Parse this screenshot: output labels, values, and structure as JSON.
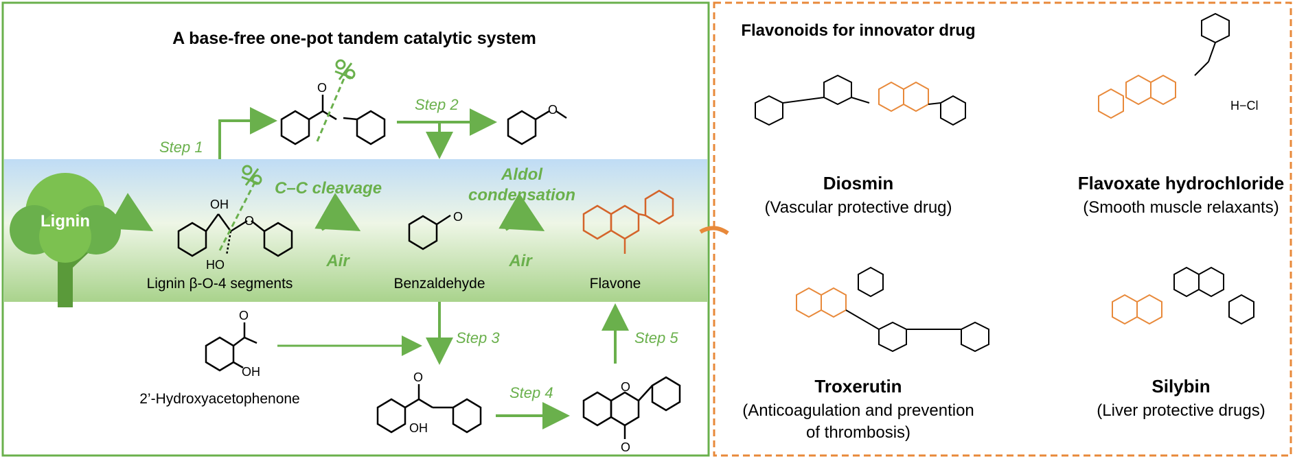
{
  "left_panel": {
    "title": "A base-free one-pot tandem catalytic system",
    "tree_label": "Lignin",
    "steps": {
      "step1": "Step 1",
      "step2": "Step 2",
      "step3": "Step 3",
      "step4": "Step 4",
      "step5": "Step 5"
    },
    "reaction_labels": {
      "cleavage": "C–C cleavage",
      "aldol_line1": "Aldol",
      "aldol_line2": "condensation",
      "air_1": "Air",
      "air_2": "Air"
    },
    "compound_labels": {
      "segments": "Lignin β-O-4 segments",
      "benzaldehyde": "Benzaldehyde",
      "flavone": "Flavone",
      "hydroxyacetophenone": "2’-Hydroxyacetophenone"
    },
    "atom_labels": {
      "oh": "OH",
      "ho": "HO",
      "o": "O"
    }
  },
  "right_panel": {
    "title": "Flavonoids for innovator drug",
    "hcl": "H−Cl",
    "drugs": [
      {
        "name": "Diosmin",
        "desc_line1": "(Vascular protective drug)",
        "desc_line2": ""
      },
      {
        "name": "Flavoxate hydrochloride",
        "desc_line1": "(Smooth muscle relaxants)",
        "desc_line2": ""
      },
      {
        "name": "Troxerutin",
        "desc_line1": "(Anticoagulation and prevention",
        "desc_line2": "of thrombosis)"
      },
      {
        "name": "Silybin",
        "desc_line1": "(Liver protective drugs)",
        "desc_line2": ""
      }
    ]
  },
  "colors": {
    "green": "#6ab04c",
    "orange": "#e8893a",
    "band_top": "#bfdcf5",
    "band_bottom": "#a9d38c",
    "flavone_orange": "#d4642a"
  }
}
